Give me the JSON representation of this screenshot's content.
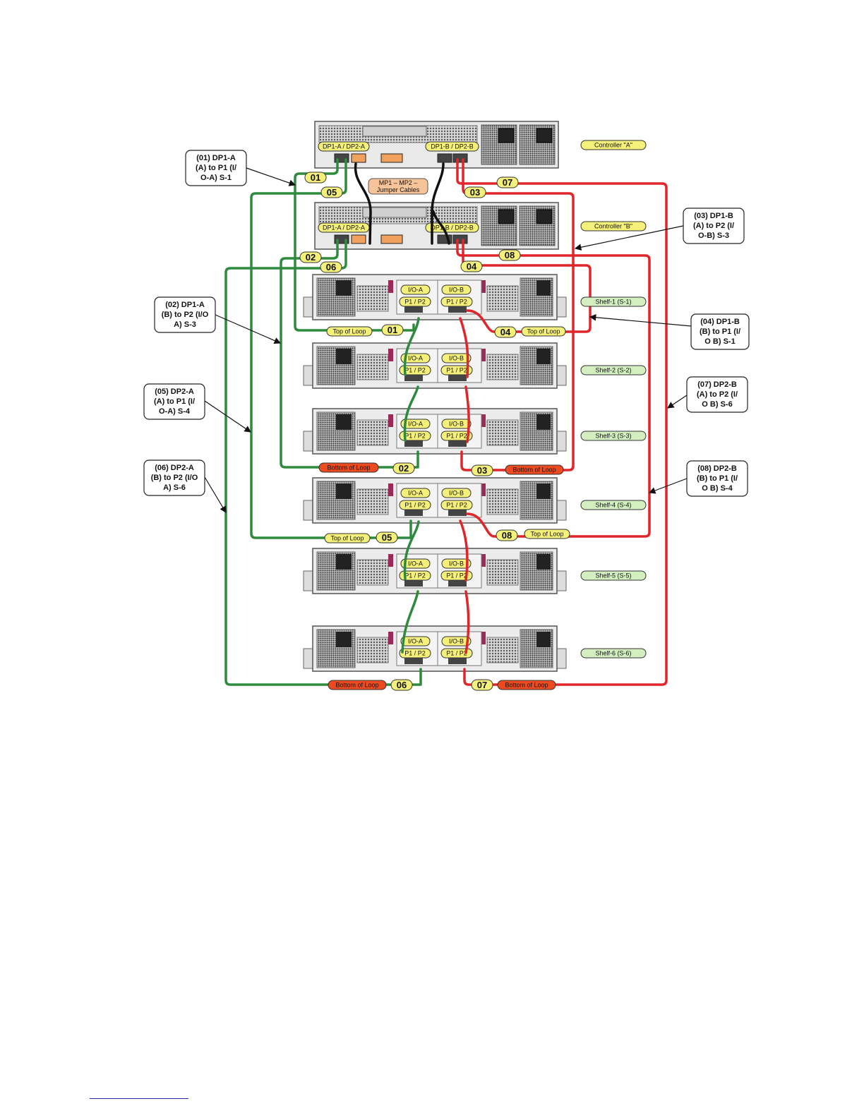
{
  "controllers": [
    {
      "label": "Controller \"A\"",
      "port_left": "DP1-A / DP2-A",
      "port_right": "DP1-B / DP2-B"
    },
    {
      "label": "Controller \"B\"",
      "port_left": "DP1-A / DP2-A",
      "port_right": "DP1-B / DP2-B"
    }
  ],
  "jumper_label": [
    "MP1 – MP2 –",
    "Jumper Cables"
  ],
  "shelves": [
    {
      "label": "Shelf-1 (S-1)",
      "io_a": "I/O-A",
      "io_b": "I/O-B",
      "ports": "P1 / P2"
    },
    {
      "label": "Shelf-2 (S-2)",
      "io_a": "I/O-A",
      "io_b": "I/O-B",
      "ports": "P1 / P2"
    },
    {
      "label": "Shelf-3 (S-3)",
      "io_a": "I/O-A",
      "io_b": "I/O-B",
      "ports": "P1 / P2"
    },
    {
      "label": "Shelf-4 (S-4)",
      "io_a": "I/O-A",
      "io_b": "I/O-B",
      "ports": "P1 / P2"
    },
    {
      "label": "Shelf-5 (S-5)",
      "io_a": "I/O-A",
      "io_b": "I/O-B",
      "ports": "P1 / P2"
    },
    {
      "label": "Shelf-6 (S-6)",
      "io_a": "I/O-A",
      "io_b": "I/O-B",
      "ports": "P1 / P2"
    }
  ],
  "loop_labels": {
    "top": "Top of Loop",
    "bottom": "Bottom of Loop"
  },
  "cable_numbers": [
    "01",
    "02",
    "03",
    "04",
    "05",
    "06",
    "07",
    "08"
  ],
  "callouts": [
    {
      "id": "01",
      "lines": [
        "(01) DP1-A",
        "(A) to P1 (I/",
        "O-A) S-1"
      ]
    },
    {
      "id": "02",
      "lines": [
        "(02) DP1-A",
        "(B) to P2 (I/O",
        "A) S-3"
      ]
    },
    {
      "id": "05",
      "lines": [
        "(05) DP2-A",
        "(A) to P1 (I/",
        "O-A) S-4"
      ]
    },
    {
      "id": "06",
      "lines": [
        "(06) DP2-A",
        "(B) to P2 (I/O",
        "A) S-6"
      ]
    },
    {
      "id": "03",
      "lines": [
        "(03) DP1-B",
        "(A) to P2 (I/",
        "O-B) S-3"
      ]
    },
    {
      "id": "04",
      "lines": [
        "(04) DP1-B",
        "(B) to P1 (I/",
        "O B) S-1"
      ]
    },
    {
      "id": "07",
      "lines": [
        "(07) DP2-B",
        "(A) to P2 (I/",
        "O B) S-6"
      ]
    },
    {
      "id": "08",
      "lines": [
        "(08) DP2-B",
        "(B) to P1 (I/",
        "O B) S-4"
      ]
    }
  ],
  "colors": {
    "path_a": "#2e8b3e",
    "path_b": "#e0262a",
    "jumper": "#111111",
    "label_yellow": "#f4f07a",
    "label_green": "#d3efc0",
    "label_red": "#ec4a1f",
    "jumper_fill": "#f7c49a"
  }
}
